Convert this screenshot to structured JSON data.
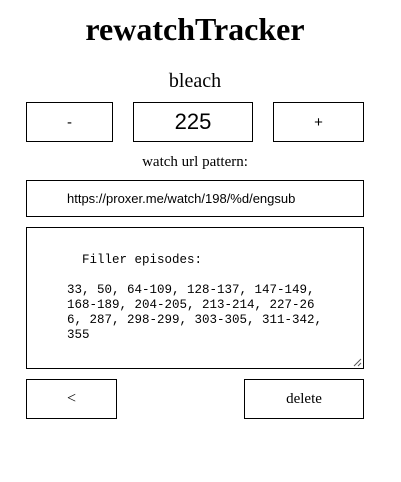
{
  "app": {
    "title": "rewatchTracker"
  },
  "show": {
    "name": "bleach"
  },
  "counter": {
    "decrement_label": "-",
    "value": "225",
    "increment_label": "+"
  },
  "url_pattern": {
    "label": "watch url pattern:",
    "value": "https://proxer.me/watch/198/%d/engsub"
  },
  "notes": {
    "text": "Filler episodes:\n\n33, 50, 64-109, 128-137, 147-149, 168-189, 204-205, 213-214, 227-266, 287, 298-299, 303-305, 311-342, 355"
  },
  "actions": {
    "back_label": "<",
    "delete_label": "delete"
  },
  "icons": {
    "resize": "resize-grip-icon"
  },
  "colors": {
    "border": "#000000",
    "background": "#ffffff",
    "text": "#000000"
  }
}
